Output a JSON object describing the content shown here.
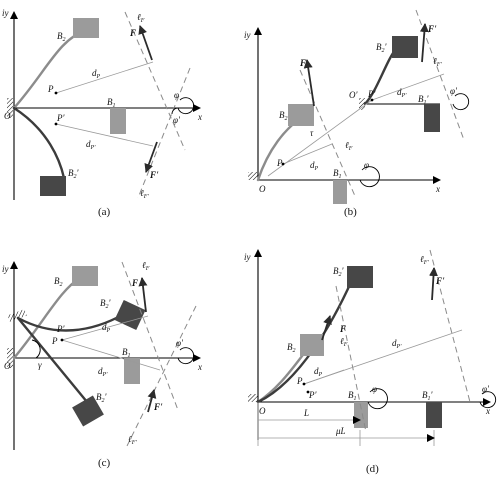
{
  "colors": {
    "light_block": "#9b9b9b",
    "dark_block": "#474747",
    "light_rod": "#8c8c8c",
    "dark_rod": "#3c3c3c"
  },
  "panels": {
    "a": {
      "caption": "(a)",
      "labels": {
        "iy": "iy",
        "x": "x",
        "O": "O",
        "P": "P",
        "Pp": "P'",
        "B1": "B",
        "B1sub": "1",
        "B2": "B",
        "B2sub": "2",
        "B2p": "B",
        "B2psub": "2",
        "B2pprime": "'",
        "F": "F",
        "Fp": "F'",
        "lF": "ℓ",
        "lFsub": "F",
        "lFp": "ℓ",
        "lFpsub": "F'",
        "dP": "d",
        "dPsub": "P",
        "dPp": "d",
        "dPpsub": "P'",
        "phi": "φ",
        "phip": "φ'"
      }
    },
    "b": {
      "caption": "(b)",
      "labels": {
        "iy": "iy",
        "x": "x",
        "O": "O",
        "Op": "O'",
        "P": "P",
        "Pp": "P'",
        "B1": "B",
        "B1sub": "1",
        "B2": "B",
        "B2sub": "2",
        "B2p": "B",
        "B2psub": "2",
        "B2pprime": "'",
        "B1p": "B",
        "B1psub": "1",
        "B1pprime": "'",
        "F": "F",
        "Fp": "F'",
        "lF": "ℓ",
        "lFsub": "F",
        "lFp": "ℓ",
        "lFpsub": "F'",
        "dP": "d",
        "dPsub": "P",
        "dPp": "d",
        "dPpsub": "P'",
        "tau": "τ",
        "phi": "φ",
        "phip": "φ'"
      }
    },
    "c": {
      "caption": "(c)",
      "labels": {
        "iy": "iy",
        "x": "x",
        "O": "O",
        "P": "P",
        "Pp": "P'",
        "B1": "B",
        "B1sub": "1",
        "B2": "B",
        "B2sub": "2",
        "B2p": "B",
        "B2psub": "2",
        "B2pprime": "'",
        "B2pp": "B",
        "B2ppsub": "2",
        "B2ppprime": "'",
        "F": "F",
        "Fp": "F'",
        "lF": "ℓ",
        "lFsub": "F",
        "lFp": "ℓ",
        "lFpsub": "F'",
        "dP": "d",
        "dPsub": "P",
        "dPp": "d",
        "dPpsub": "P'",
        "gamma": "γ",
        "phip": "φ'"
      }
    },
    "d": {
      "caption": "(d)",
      "labels": {
        "iy": "iy",
        "x": "x",
        "O": "O",
        "P": "P",
        "Pp": "P'",
        "B1": "B",
        "B1sub": "1",
        "B2": "B",
        "B2sub": "2",
        "B2p": "B",
        "B2psub": "2",
        "B2pprime": "'",
        "B1p": "B",
        "B1psub": "1",
        "B1pprime": "'",
        "F": "F",
        "Fp": "F'",
        "lF": "ℓ",
        "lFsub": "F",
        "lFp": "ℓ",
        "lFpsub": "F'",
        "dP": "d",
        "dPsub": "P",
        "dPp": "d",
        "dPpsub": "P'",
        "L": "L",
        "muL": "μL",
        "phi": "φ",
        "phip": "φ'"
      }
    }
  }
}
